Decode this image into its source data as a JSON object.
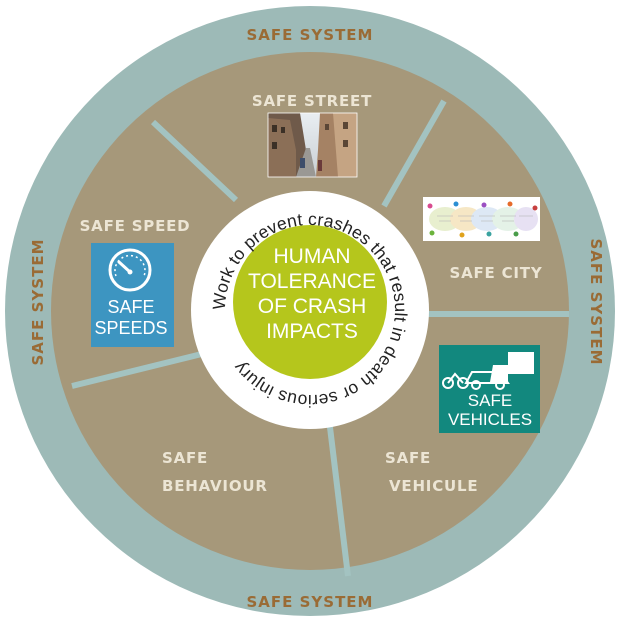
{
  "outer_ring": {
    "label_top": "SAFE SYSTEM",
    "label_bottom": "SAFE SYSTEM",
    "label_left": "SAFE SYSTEM",
    "label_right": "SAFE SYSTEM"
  },
  "segments": {
    "street": "SAFE STREET",
    "speed": "SAFE SPEED",
    "city": "SAFE CITY",
    "behaviour_line1": "SAFE",
    "behaviour_line2": "BEHAVIOUR",
    "vehicule_line1": "SAFE",
    "vehicule_line2": "VEHICULE"
  },
  "center": {
    "line1": "HUMAN",
    "line2": "TOLERANCE",
    "line3": "OF CRASH",
    "line4": "IMPACTS",
    "arc_text": "Work to prevent crashes that result in death or serious injury"
  },
  "badges": {
    "speeds_line1": "SAFE",
    "speeds_line2": "SPEEDS",
    "vehicles_line1": "SAFE",
    "vehicles_line2": "VEHICLES"
  },
  "colors": {
    "outer_ring": "#9dbab7",
    "segment_fill": "#a6987a",
    "divider": "#a3c3c1",
    "label_outer": "#9a6b35",
    "label_inner": "#ece5d4",
    "center_green": "#b5c61c",
    "speeds_badge": "#3d95c1",
    "vehicles_badge": "#12887e"
  }
}
